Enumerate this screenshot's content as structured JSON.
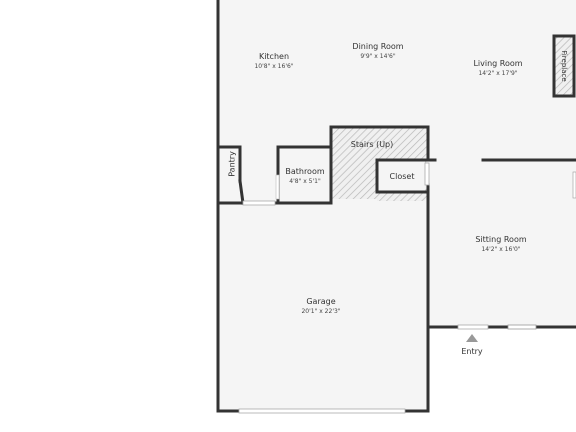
{
  "colors": {
    "wall": "#333333",
    "floor": "#f5f5f5",
    "hatch": "#b8b8b8",
    "text": "#333333"
  },
  "rooms": {
    "kitchen": {
      "name": "Kitchen",
      "dims": "10'8\" x 16'6\""
    },
    "dining": {
      "name": "Dining Room",
      "dims": "9'9\" x 14'6\""
    },
    "living": {
      "name": "Living Room",
      "dims": "14'2\" x 17'9\""
    },
    "bathroom": {
      "name": "Bathroom",
      "dims": "4'8\" x 5'1\""
    },
    "stairs": {
      "name": "Stairs (Up)"
    },
    "closet": {
      "name": "Closet"
    },
    "pantry": {
      "name": "Pantry"
    },
    "fireplace": {
      "name": "Fireplace"
    },
    "sitting": {
      "name": "Sitting Room",
      "dims": "14'2\" x 16'0\""
    },
    "garage": {
      "name": "Garage",
      "dims": "20'1\" x 22'3\""
    }
  },
  "entry": {
    "label": "Entry",
    "icon": "triangle-up-icon"
  }
}
